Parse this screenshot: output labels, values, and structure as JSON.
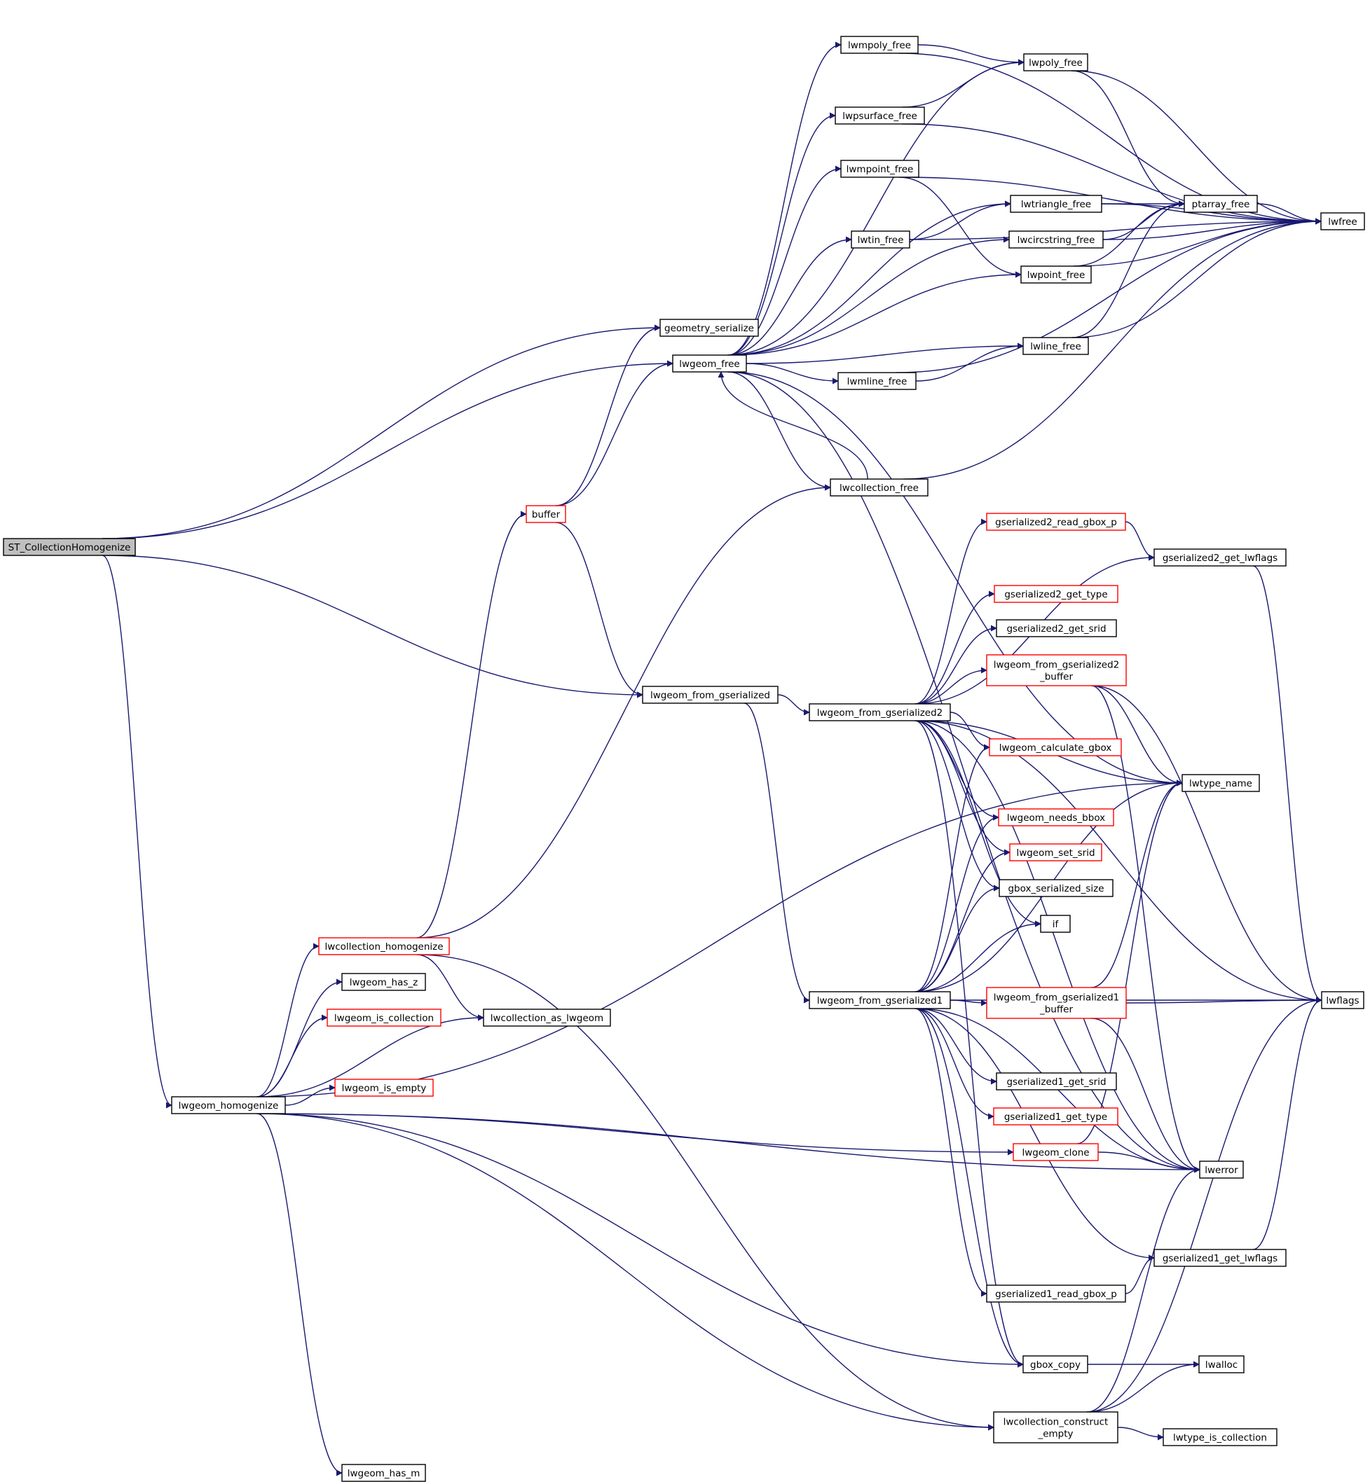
{
  "nodes": [
    {
      "id": "st_collection_homogenize",
      "lines": [
        "ST_CollectionHomogenize"
      ],
      "style": "root"
    },
    {
      "id": "geometry_serialize",
      "lines": [
        "geometry_serialize"
      ],
      "style": "normal"
    },
    {
      "id": "lwgeom_free",
      "lines": [
        "lwgeom_free"
      ],
      "style": "normal"
    },
    {
      "id": "lwgeom_from_gserialized",
      "lines": [
        "lwgeom_from_gserialized"
      ],
      "style": "normal"
    },
    {
      "id": "lwgeom_homogenize",
      "lines": [
        "lwgeom_homogenize"
      ],
      "style": "normal"
    },
    {
      "id": "buffer",
      "lines": [
        "buffer"
      ],
      "style": "red"
    },
    {
      "id": "lwmpoly_free",
      "lines": [
        "lwmpoly_free"
      ],
      "style": "normal"
    },
    {
      "id": "lwpsurface_free",
      "lines": [
        "lwpsurface_free"
      ],
      "style": "normal"
    },
    {
      "id": "lwmpoint_free",
      "lines": [
        "lwmpoint_free"
      ],
      "style": "normal"
    },
    {
      "id": "lwtin_free",
      "lines": [
        "lwtin_free"
      ],
      "style": "normal"
    },
    {
      "id": "lwmline_free",
      "lines": [
        "lwmline_free"
      ],
      "style": "normal"
    },
    {
      "id": "lwcollection_free",
      "lines": [
        "lwcollection_free"
      ],
      "style": "normal"
    },
    {
      "id": "lwpoly_free",
      "lines": [
        "lwpoly_free"
      ],
      "style": "normal"
    },
    {
      "id": "lwtriangle_free",
      "lines": [
        "lwtriangle_free"
      ],
      "style": "normal"
    },
    {
      "id": "lwcircstring_free",
      "lines": [
        "lwcircstring_free"
      ],
      "style": "normal"
    },
    {
      "id": "lwpoint_free",
      "lines": [
        "lwpoint_free"
      ],
      "style": "normal"
    },
    {
      "id": "lwline_free",
      "lines": [
        "lwline_free"
      ],
      "style": "normal"
    },
    {
      "id": "ptarray_free",
      "lines": [
        "ptarray_free"
      ],
      "style": "normal"
    },
    {
      "id": "lwfree",
      "lines": [
        "lwfree"
      ],
      "style": "normal"
    },
    {
      "id": "lwgeom_from_gserialized2",
      "lines": [
        "lwgeom_from_gserialized2"
      ],
      "style": "normal"
    },
    {
      "id": "lwgeom_from_gserialized1",
      "lines": [
        "lwgeom_from_gserialized1"
      ],
      "style": "normal"
    },
    {
      "id": "gserialized2_read_gbox_p",
      "lines": [
        "gserialized2_read_gbox_p"
      ],
      "style": "red"
    },
    {
      "id": "gserialized2_get_lwflags",
      "lines": [
        "gserialized2_get_lwflags"
      ],
      "style": "normal"
    },
    {
      "id": "gserialized2_get_type",
      "lines": [
        "gserialized2_get_type"
      ],
      "style": "red"
    },
    {
      "id": "gserialized2_get_srid",
      "lines": [
        "gserialized2_get_srid"
      ],
      "style": "normal"
    },
    {
      "id": "lwgeom_from_gserialized2_buffer",
      "lines": [
        "lwgeom_from_gserialized2",
        "_buffer"
      ],
      "style": "red"
    },
    {
      "id": "lwgeom_calculate_gbox",
      "lines": [
        "lwgeom_calculate_gbox"
      ],
      "style": "red"
    },
    {
      "id": "lwtype_name",
      "lines": [
        "lwtype_name"
      ],
      "style": "normal"
    },
    {
      "id": "lwgeom_needs_bbox",
      "lines": [
        "lwgeom_needs_bbox"
      ],
      "style": "red"
    },
    {
      "id": "lwgeom_set_srid",
      "lines": [
        "lwgeom_set_srid"
      ],
      "style": "red"
    },
    {
      "id": "gbox_serialized_size",
      "lines": [
        "gbox_serialized_size"
      ],
      "style": "normal"
    },
    {
      "id": "if",
      "lines": [
        "if"
      ],
      "style": "normal"
    },
    {
      "id": "lwgeom_from_gserialized1_buffer",
      "lines": [
        "lwgeom_from_gserialized1",
        "_buffer"
      ],
      "style": "red"
    },
    {
      "id": "lwflags",
      "lines": [
        "lwflags"
      ],
      "style": "normal"
    },
    {
      "id": "gserialized1_get_srid",
      "lines": [
        "gserialized1_get_srid"
      ],
      "style": "normal"
    },
    {
      "id": "gserialized1_get_type",
      "lines": [
        "gserialized1_get_type"
      ],
      "style": "red"
    },
    {
      "id": "lwgeom_clone",
      "lines": [
        "lwgeom_clone"
      ],
      "style": "red"
    },
    {
      "id": "lwerror",
      "lines": [
        "lwerror"
      ],
      "style": "normal"
    },
    {
      "id": "gserialized1_get_lwflags",
      "lines": [
        "gserialized1_get_lwflags"
      ],
      "style": "normal"
    },
    {
      "id": "gserialized1_read_gbox_p",
      "lines": [
        "gserialized1_read_gbox_p"
      ],
      "style": "normal"
    },
    {
      "id": "gbox_copy",
      "lines": [
        "gbox_copy"
      ],
      "style": "normal"
    },
    {
      "id": "lwalloc",
      "lines": [
        "lwalloc"
      ],
      "style": "normal"
    },
    {
      "id": "lwcollection_construct_empty",
      "lines": [
        "lwcollection_construct",
        "_empty"
      ],
      "style": "normal"
    },
    {
      "id": "lwtype_is_collection",
      "lines": [
        "lwtype_is_collection"
      ],
      "style": "normal"
    },
    {
      "id": "lwcollection_homogenize",
      "lines": [
        "lwcollection_homogenize"
      ],
      "style": "red"
    },
    {
      "id": "lwgeom_has_z",
      "lines": [
        "lwgeom_has_z"
      ],
      "style": "normal"
    },
    {
      "id": "lwgeom_is_collection",
      "lines": [
        "lwgeom_is_collection"
      ],
      "style": "red"
    },
    {
      "id": "lwcollection_as_lwgeom",
      "lines": [
        "lwcollection_as_lwgeom"
      ],
      "style": "normal"
    },
    {
      "id": "lwgeom_is_empty",
      "lines": [
        "lwgeom_is_empty"
      ],
      "style": "red"
    },
    {
      "id": "lwgeom_has_m",
      "lines": [
        "lwgeom_has_m"
      ],
      "style": "normal"
    }
  ],
  "edges": [
    [
      "st_collection_homogenize",
      "geometry_serialize"
    ],
    [
      "st_collection_homogenize",
      "lwgeom_free"
    ],
    [
      "st_collection_homogenize",
      "lwgeom_from_gserialized"
    ],
    [
      "st_collection_homogenize",
      "lwgeom_homogenize"
    ],
    [
      "buffer",
      "geometry_serialize"
    ],
    [
      "buffer",
      "lwgeom_free"
    ],
    [
      "buffer",
      "lwgeom_from_gserialized"
    ],
    [
      "lwgeom_free",
      "lwmpoly_free"
    ],
    [
      "lwgeom_free",
      "lwpoly_free"
    ],
    [
      "lwgeom_free",
      "lwpsurface_free"
    ],
    [
      "lwgeom_free",
      "lwmpoint_free"
    ],
    [
      "lwgeom_free",
      "lwtriangle_free"
    ],
    [
      "lwgeom_free",
      "lwtin_free"
    ],
    [
      "lwgeom_free",
      "lwcircstring_free"
    ],
    [
      "lwgeom_free",
      "lwpoint_free"
    ],
    [
      "lwgeom_free",
      "lwline_free"
    ],
    [
      "lwgeom_free",
      "lwmline_free"
    ],
    [
      "lwgeom_free",
      "lwcollection_free"
    ],
    [
      "lwgeom_free",
      "lwtype_name"
    ],
    [
      "lwgeom_free",
      "lwerror"
    ],
    [
      "lwcollection_free",
      "lwgeom_free"
    ],
    [
      "lwcollection_free",
      "lwfree"
    ],
    [
      "lwmpoly_free",
      "lwpoly_free"
    ],
    [
      "lwmpoly_free",
      "lwfree"
    ],
    [
      "lwpsurface_free",
      "lwpoly_free"
    ],
    [
      "lwpsurface_free",
      "lwfree"
    ],
    [
      "lwmpoint_free",
      "lwpoint_free"
    ],
    [
      "lwmpoint_free",
      "lwfree"
    ],
    [
      "lwtin_free",
      "lwtriangle_free"
    ],
    [
      "lwtin_free",
      "lwfree"
    ],
    [
      "lwmline_free",
      "lwline_free"
    ],
    [
      "lwmline_free",
      "lwfree"
    ],
    [
      "lwpoly_free",
      "ptarray_free"
    ],
    [
      "lwpoly_free",
      "lwfree"
    ],
    [
      "lwtriangle_free",
      "ptarray_free"
    ],
    [
      "lwtriangle_free",
      "lwfree"
    ],
    [
      "lwcircstring_free",
      "ptarray_free"
    ],
    [
      "lwcircstring_free",
      "lwfree"
    ],
    [
      "lwpoint_free",
      "ptarray_free"
    ],
    [
      "lwpoint_free",
      "lwfree"
    ],
    [
      "lwline_free",
      "ptarray_free"
    ],
    [
      "lwline_free",
      "lwfree"
    ],
    [
      "ptarray_free",
      "lwfree"
    ],
    [
      "lwgeom_from_gserialized",
      "lwgeom_from_gserialized2"
    ],
    [
      "lwgeom_from_gserialized",
      "lwgeom_from_gserialized1"
    ],
    [
      "lwgeom_from_gserialized2",
      "gserialized2_read_gbox_p"
    ],
    [
      "lwgeom_from_gserialized2",
      "gserialized2_get_lwflags"
    ],
    [
      "lwgeom_from_gserialized2",
      "lwflags"
    ],
    [
      "lwgeom_from_gserialized2",
      "gserialized2_get_type"
    ],
    [
      "lwgeom_from_gserialized2",
      "gserialized2_get_srid"
    ],
    [
      "lwgeom_from_gserialized2",
      "lwgeom_from_gserialized2_buffer"
    ],
    [
      "lwgeom_from_gserialized2",
      "lwtype_name"
    ],
    [
      "lwgeom_from_gserialized2",
      "lwgeom_calculate_gbox"
    ],
    [
      "lwgeom_from_gserialized2",
      "lwgeom_needs_bbox"
    ],
    [
      "lwgeom_from_gserialized2",
      "lwgeom_set_srid"
    ],
    [
      "lwgeom_from_gserialized2",
      "gbox_serialized_size"
    ],
    [
      "lwgeom_from_gserialized2",
      "if"
    ],
    [
      "lwgeom_from_gserialized2",
      "lwerror"
    ],
    [
      "lwgeom_from_gserialized2",
      "gbox_copy"
    ],
    [
      "gserialized2_read_gbox_p",
      "gserialized2_get_lwflags"
    ],
    [
      "gserialized2_get_lwflags",
      "lwflags"
    ],
    [
      "lwgeom_from_gserialized2_buffer",
      "lwtype_name"
    ],
    [
      "lwgeom_from_gserialized2_buffer",
      "lwflags"
    ],
    [
      "lwgeom_from_gserialized2_buffer",
      "lwerror"
    ],
    [
      "lwgeom_from_gserialized1",
      "lwgeom_calculate_gbox"
    ],
    [
      "lwgeom_from_gserialized1",
      "lwgeom_needs_bbox"
    ],
    [
      "lwgeom_from_gserialized1",
      "lwgeom_set_srid"
    ],
    [
      "lwgeom_from_gserialized1",
      "gbox_serialized_size"
    ],
    [
      "lwgeom_from_gserialized1",
      "if"
    ],
    [
      "lwgeom_from_gserialized1",
      "lwtype_name"
    ],
    [
      "lwgeom_from_gserialized1",
      "lwgeom_from_gserialized1_buffer"
    ],
    [
      "lwgeom_from_gserialized1",
      "gserialized1_get_srid"
    ],
    [
      "lwgeom_from_gserialized1",
      "gserialized1_get_type"
    ],
    [
      "lwgeom_from_gserialized1",
      "lwerror"
    ],
    [
      "lwgeom_from_gserialized1",
      "gserialized1_get_lwflags"
    ],
    [
      "lwgeom_from_gserialized1",
      "gserialized1_read_gbox_p"
    ],
    [
      "lwgeom_from_gserialized1",
      "gbox_copy"
    ],
    [
      "lwgeom_from_gserialized1",
      "lwflags"
    ],
    [
      "lwgeom_from_gserialized1_buffer",
      "lwflags"
    ],
    [
      "lwgeom_from_gserialized1_buffer",
      "lwtype_name"
    ],
    [
      "lwgeom_from_gserialized1_buffer",
      "lwerror"
    ],
    [
      "gserialized1_read_gbox_p",
      "gserialized1_get_lwflags"
    ],
    [
      "gserialized1_get_lwflags",
      "lwflags"
    ],
    [
      "lwgeom_clone",
      "lwerror"
    ],
    [
      "lwgeom_clone",
      "lwtype_name"
    ],
    [
      "gbox_copy",
      "lwalloc"
    ],
    [
      "lwcollection_construct_empty",
      "lwalloc"
    ],
    [
      "lwcollection_construct_empty",
      "lwerror"
    ],
    [
      "lwcollection_construct_empty",
      "lwtype_is_collection"
    ],
    [
      "lwcollection_construct_empty",
      "lwflags"
    ],
    [
      "lwgeom_homogenize",
      "lwcollection_homogenize"
    ],
    [
      "lwgeom_homogenize",
      "lwgeom_has_z"
    ],
    [
      "lwgeom_homogenize",
      "lwgeom_is_collection"
    ],
    [
      "lwgeom_homogenize",
      "lwcollection_as_lwgeom"
    ],
    [
      "lwgeom_homogenize",
      "lwgeom_is_empty"
    ],
    [
      "lwgeom_homogenize",
      "lwtype_name"
    ],
    [
      "lwgeom_homogenize",
      "lwgeom_clone"
    ],
    [
      "lwgeom_homogenize",
      "gbox_copy"
    ],
    [
      "lwgeom_homogenize",
      "lwerror"
    ],
    [
      "lwgeom_homogenize",
      "lwcollection_construct_empty"
    ],
    [
      "lwgeom_homogenize",
      "lwgeom_has_m"
    ],
    [
      "lwcollection_homogenize",
      "buffer"
    ],
    [
      "lwcollection_homogenize",
      "lwcollection_free"
    ],
    [
      "lwcollection_homogenize",
      "lwcollection_as_lwgeom"
    ],
    [
      "lwcollection_homogenize",
      "lwcollection_construct_empty"
    ]
  ]
}
